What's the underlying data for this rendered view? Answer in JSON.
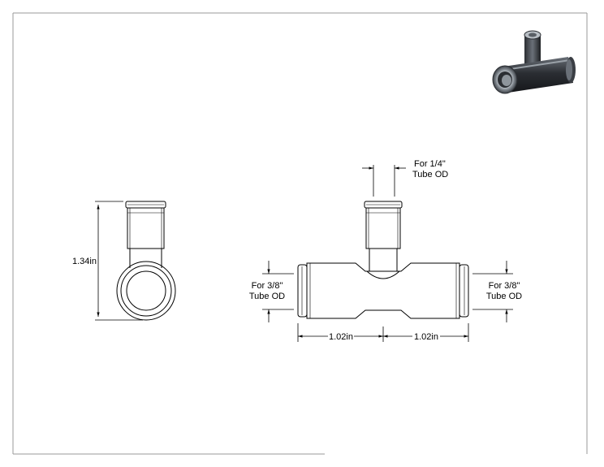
{
  "drawing": {
    "height_dimension": "1.34in",
    "left_length": "1.02in",
    "right_length": "1.02in",
    "branch_tube_line1": "For 1/4\"",
    "branch_tube_line2": "Tube OD",
    "left_tube_line1": "For 3/8\"",
    "left_tube_line2": "Tube OD",
    "right_tube_line1": "For 3/8\"",
    "right_tube_line2": "Tube OD"
  },
  "colors": {
    "line": "#000000",
    "fitting_dark": "#2b2e33",
    "fitting_mid": "#5a5f66",
    "fitting_light": "#aab0b7"
  }
}
